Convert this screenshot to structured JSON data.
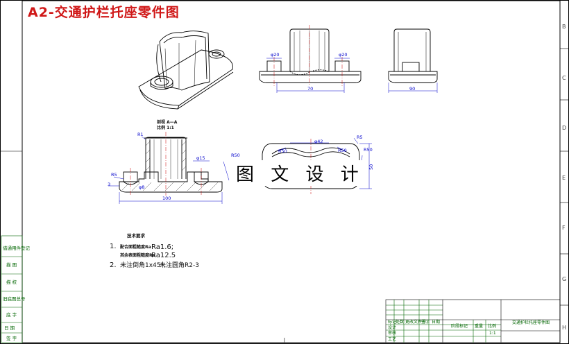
{
  "title": "A2-交通护栏托座零件图",
  "watermark": "图 文 设 计",
  "zones_right": [
    "B",
    "C",
    "D",
    "E",
    "F",
    "G",
    "H"
  ],
  "section_label": "剖视 A—A",
  "scale_label": "比例 1:1",
  "dims": {
    "phi20_left": "φ20",
    "phi20_right": "φ20",
    "len70": "70",
    "len90": "90",
    "r1": "R1",
    "r5_left": "R5",
    "len3": "3",
    "phi15": "φ15",
    "phi8": "φ8",
    "len100": "100",
    "r50_a": "R50",
    "r50_b": "R50",
    "r5_right": "R5",
    "phi42": "φ42",
    "r50_c": "R50",
    "r50_d": "R50",
    "len50": "50",
    "a_mark": "A"
  },
  "tech_req": {
    "heading": "技术要求",
    "line1_num": "1.",
    "line1_text": "配合面粗糙度Ra",
    "line1_val": "Ra1.6;",
    "line2_text": "其余表面粗糙度Ra",
    "line2_val": "Ra12.5",
    "line3_num": "2.",
    "line3_text": "未注倒角1x45°;",
    "line3_b": "未注圆角R2-3"
  },
  "left_strip": [
    "借通用件登记",
    "描 图",
    "描 校",
    "旧底图总号",
    "底 字",
    "日 期",
    "签 字"
  ],
  "title_block": {
    "part_name": "交通护栏托座零件图",
    "mark": "标记",
    "count": "处数",
    "file": "更改文件号",
    "sign": "签字",
    "date": "日期",
    "design": "设计",
    "check": "审核",
    "process": "工艺",
    "stage": "阶段标记",
    "weight": "重量",
    "ratio": "比例",
    "ratio_val": "1:1"
  }
}
